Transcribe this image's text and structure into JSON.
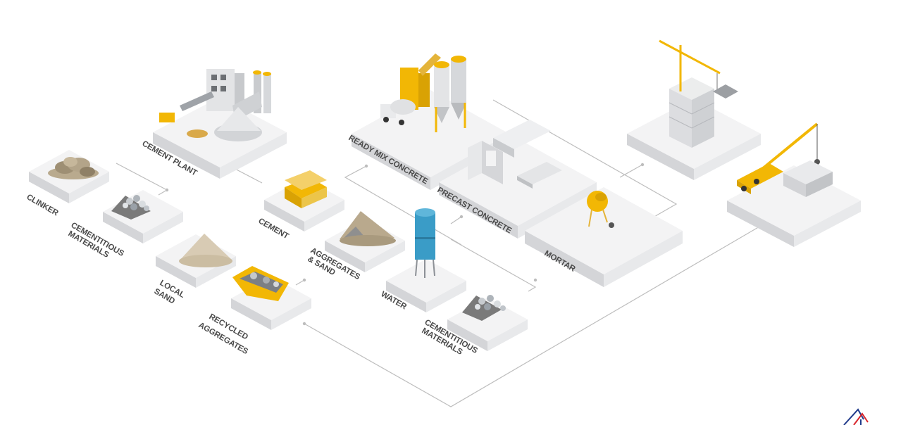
{
  "labels": {
    "clinker": "CLINKER",
    "cementitious_1a": "CEMENTITIOUS",
    "cementitious_1b": "MATERIALS",
    "cement_plant": "CEMENT PLANT",
    "local_sand_a": "LOCAL",
    "local_sand_b": "SAND",
    "recycled_a": "RECYCLED",
    "recycled_b": "AGGREGATES",
    "cement": "CEMENT",
    "aggregates_a": "AGGREGATES",
    "aggregates_b": "& SAND",
    "water": "WATER",
    "cementitious_2a": "CEMENTITIOUS",
    "cementitious_2b": "MATERIALS",
    "ready_mix": "READY MIX CONCRETE",
    "precast": "PRECAST CONCRETE",
    "mortar": "MORTAR"
  },
  "colors": {
    "accent_yellow": "#f2b705",
    "water_blue": "#3a9cc7",
    "platform_top": "#f3f3f4",
    "platform_left": "#d7d8da",
    "platform_right": "#e6e7e9",
    "logo_red": "#d9262b",
    "logo_blue": "#1f3a8a"
  },
  "icons": [
    "rock-pile-icon",
    "gravel-pile-icon",
    "cement-plant-icon",
    "sand-pile-icon",
    "skip-bin-icon",
    "cement-bags-icon",
    "aggregate-sand-pile-icon",
    "water-silo-icon",
    "ready-mix-plant-icon",
    "precast-elements-icon",
    "mortar-mixer-icon",
    "building-under-construction-icon",
    "crane-truck-icon",
    "brand-logo-icon"
  ]
}
